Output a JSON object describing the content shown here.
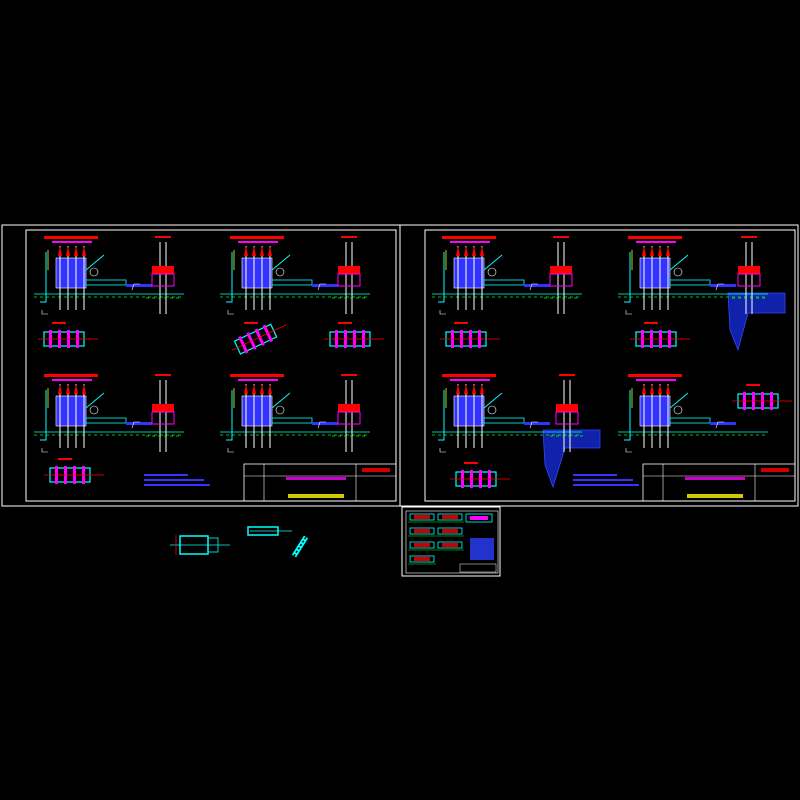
{
  "viewer": {
    "background": "#000000"
  },
  "colors": {
    "frame": "#ffffff",
    "cyan": "#00ffff",
    "red": "#ff0000",
    "magenta": "#ff00ff",
    "blue": "#3333ff",
    "green": "#00ff00",
    "yellow": "#ffff00",
    "white": "#ffffff"
  },
  "sheets": [
    {
      "id": "sheet-left",
      "details": [
        "detail-1",
        "detail-2",
        "detail-3",
        "detail-4",
        "detail-5",
        "detail-6",
        "detail-7",
        "detail-8",
        "detail-9"
      ],
      "title_block": true
    },
    {
      "id": "sheet-right",
      "details": [
        "detail-1",
        "detail-2",
        "detail-3",
        "detail-4",
        "detail-5",
        "detail-6",
        "detail-7",
        "detail-8",
        "detail-9"
      ],
      "title_block": true
    }
  ],
  "loose_parts": [
    "part-pipe-section",
    "part-flange-bar",
    "part-angled-rod"
  ],
  "thumbnail_sheet": {
    "id": "thumbnail-sheet"
  }
}
